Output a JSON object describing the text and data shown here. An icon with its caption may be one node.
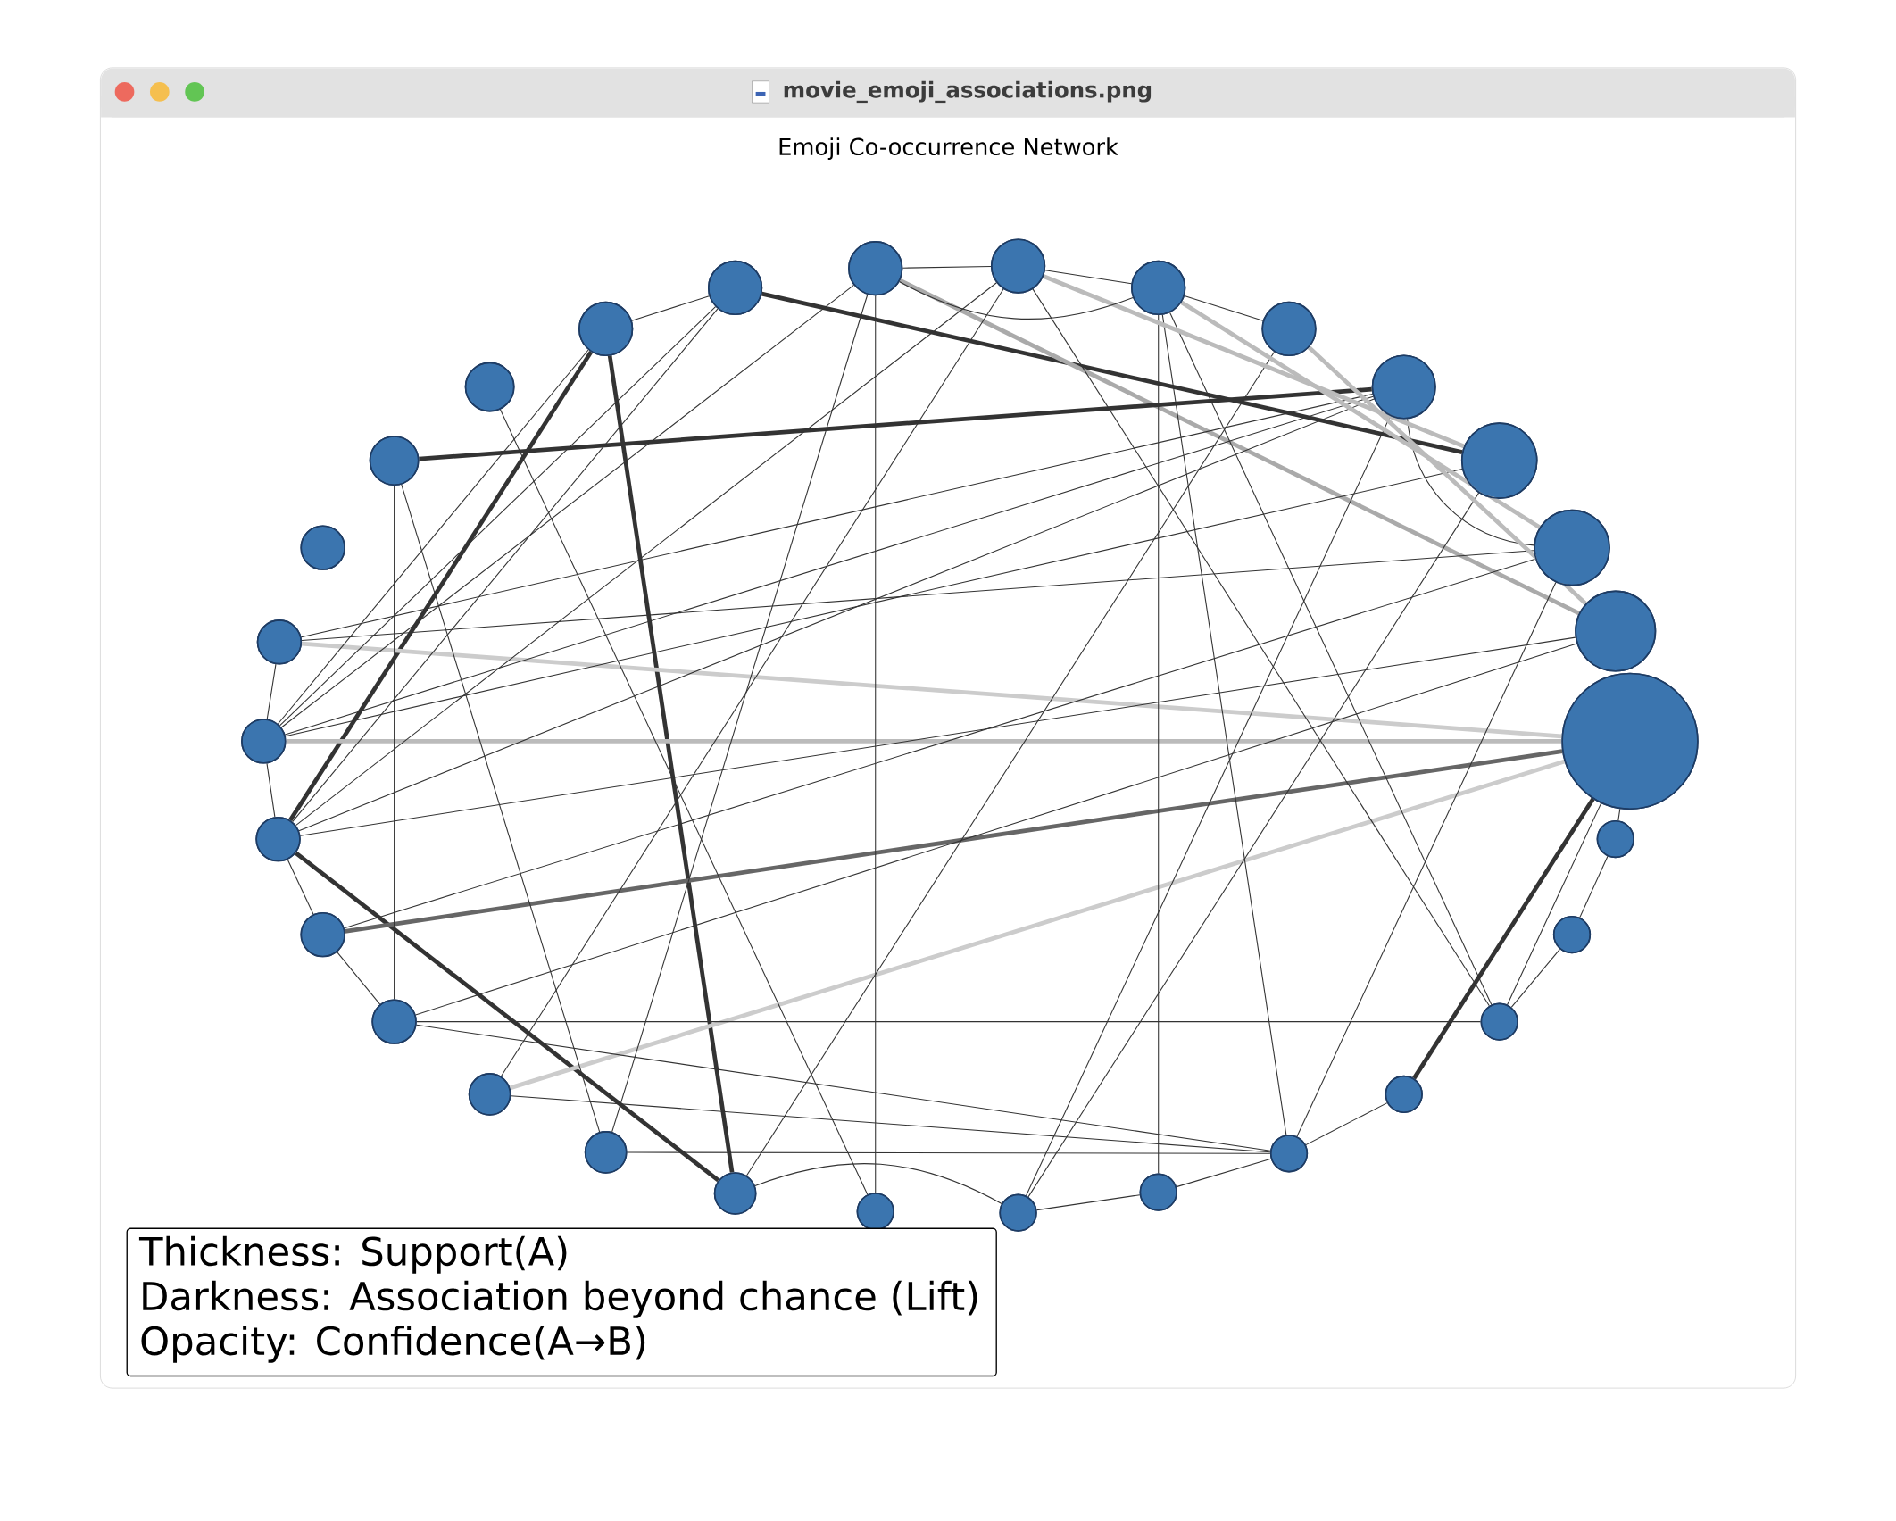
{
  "diagram": {
    "title": "Emoji Co-occurrence Network",
    "nodes": [
      {
        "text": [],
        "shape": "circle"
      },
      {
        "text": [],
        "shape": "circle"
      },
      {
        "text": [],
        "shape": "circle"
      },
      {
        "text": [],
        "shape": "circle"
      },
      {
        "text": [],
        "shape": "circle"
      },
      {
        "text": [],
        "shape": "circle"
      },
      {
        "text": [],
        "shape": "circle"
      },
      {
        "text": [],
        "shape": "circle"
      },
      {
        "text": [],
        "shape": "circle"
      },
      {
        "text": [],
        "shape": "circle"
      },
      {
        "text": [],
        "shape": "circle"
      },
      {
        "text": [],
        "shape": "circle"
      },
      {
        "text": [],
        "shape": "circle"
      },
      {
        "text": [],
        "shape": "circle"
      },
      {
        "text": [],
        "shape": "circle"
      },
      {
        "text": [],
        "shape": "circle"
      },
      {
        "text": [],
        "shape": "circle"
      },
      {
        "text": [],
        "shape": "circle"
      },
      {
        "text": [],
        "shape": "circle"
      },
      {
        "text": [],
        "shape": "circle"
      },
      {
        "text": [],
        "shape": "circle"
      },
      {
        "text": [],
        "shape": "circle"
      },
      {
        "text": [],
        "shape": "circle"
      },
      {
        "text": [],
        "shape": "circle"
      },
      {
        "text": [],
        "shape": "circle"
      },
      {
        "text": [],
        "shape": "circle"
      },
      {
        "text": [],
        "shape": "circle"
      },
      {
        "text": [],
        "shape": "circle"
      },
      {
        "text": [],
        "shape": "circle"
      },
      {
        "text": [],
        "shape": "circle"
      }
    ],
    "edges": [
      {
        "from": 0,
        "to": 6,
        "arrow": "none",
        "style": "thick"
      },
      {
        "from": 1,
        "to": 8,
        "arrow": "none",
        "style": "thick",
        "color": "#aaaaaa"
      },
      {
        "from": 27,
        "to": 5,
        "arrow": "none",
        "style": "thick"
      },
      {
        "from": 29,
        "to": 18,
        "arrow": "none",
        "style": "thick"
      },
      {
        "from": 29,
        "to": 23,
        "arrow": "none",
        "style": "thick"
      },
      {
        "from": 23,
        "to": 18,
        "arrow": "none",
        "style": "thick"
      },
      {
        "from": 22,
        "to": 9,
        "arrow": "none",
        "style": "thick",
        "color": "#666666"
      },
      {
        "from": 24,
        "to": 9,
        "arrow": "none",
        "style": "thick",
        "color": "#bbbbbb"
      },
      {
        "from": 25,
        "to": 9,
        "arrow": "none",
        "style": "thick",
        "color": "#cccccc"
      },
      {
        "from": 20,
        "to": 9,
        "arrow": "none",
        "style": "thick",
        "color": "#cccccc"
      },
      {
        "from": 13,
        "to": 9,
        "arrow": "none",
        "style": "thick"
      },
      {
        "from": 21,
        "to": 8,
        "arrow": "none"
      },
      {
        "from": 3,
        "to": 15,
        "arrow": "none"
      },
      {
        "from": 2,
        "to": 12,
        "arrow": "none"
      },
      {
        "from": 2,
        "to": 20,
        "arrow": "none"
      },
      {
        "from": 1,
        "to": 19,
        "arrow": "none"
      },
      {
        "from": 5,
        "to": 24,
        "arrow": "none"
      },
      {
        "from": 5,
        "to": 25,
        "arrow": "none"
      },
      {
        "from": 5,
        "to": 23,
        "arrow": "none"
      },
      {
        "from": 5,
        "to": 16,
        "arrow": "none"
      },
      {
        "from": 6,
        "to": 24,
        "arrow": "none"
      },
      {
        "from": 6,
        "to": 16,
        "arrow": "none"
      },
      {
        "from": 3,
        "to": 14,
        "arrow": "none"
      },
      {
        "from": 3,
        "to": 12,
        "arrow": "none"
      },
      {
        "from": 7,
        "to": 25,
        "arrow": "none"
      },
      {
        "from": 7,
        "to": 22,
        "arrow": "none"
      },
      {
        "from": 8,
        "to": 23,
        "arrow": "none"
      },
      {
        "from": 18,
        "to": 4,
        "arrow": "none"
      },
      {
        "from": 28,
        "to": 17,
        "arrow": "none"
      },
      {
        "from": 27,
        "to": 19,
        "arrow": "none"
      },
      {
        "from": 27,
        "to": 21,
        "arrow": "none"
      },
      {
        "from": 24,
        "to": 1,
        "arrow": "none"
      },
      {
        "from": 24,
        "to": 0,
        "arrow": "none"
      },
      {
        "from": 24,
        "to": 29,
        "arrow": "none"
      },
      {
        "from": 23,
        "to": 0,
        "arrow": "none"
      },
      {
        "from": 23,
        "to": 2,
        "arrow": "none"
      },
      {
        "from": 21,
        "to": 12,
        "arrow": "none"
      },
      {
        "from": 21,
        "to": 14,
        "arrow": "none"
      },
      {
        "from": 20,
        "to": 14,
        "arrow": "none"
      },
      {
        "from": 19,
        "to": 14,
        "arrow": "none"
      },
      {
        "from": 18,
        "to": 16,
        "arrow": "none"
      },
      {
        "from": 16,
        "to": 15,
        "arrow": "none"
      },
      {
        "from": 15,
        "to": 14,
        "arrow": "none"
      },
      {
        "from": 14,
        "to": 13,
        "arrow": "none"
      },
      {
        "from": 10,
        "to": 11,
        "arrow": "none"
      },
      {
        "from": 11,
        "to": 12,
        "arrow": "none"
      },
      {
        "from": 9,
        "to": 12,
        "arrow": "none"
      },
      {
        "from": 9,
        "to": 10,
        "arrow": "none"
      },
      {
        "from": 7,
        "to": 5,
        "arrow": "none"
      },
      {
        "from": 7,
        "to": 14,
        "arrow": "none"
      },
      {
        "from": 2,
        "to": 6,
        "arrow": "none",
        "style": "thick",
        "color": "#bbbbbb"
      },
      {
        "from": 3,
        "to": 7,
        "arrow": "none",
        "style": "thick",
        "color": "#bbbbbb"
      },
      {
        "from": 4,
        "to": 8,
        "arrow": "none",
        "style": "thick",
        "color": "#bbbbbb"
      },
      {
        "from": 1,
        "to": 3,
        "arrow": "none"
      },
      {
        "from": 2,
        "to": 3,
        "arrow": "none"
      },
      {
        "from": 3,
        "to": 4,
        "arrow": "none"
      },
      {
        "from": 1,
        "to": 2,
        "arrow": "none"
      },
      {
        "from": 29,
        "to": 0,
        "arrow": "none"
      },
      {
        "from": 25,
        "to": 24,
        "arrow": "none"
      },
      {
        "from": 24,
        "to": 23,
        "arrow": "none"
      },
      {
        "from": 23,
        "to": 22,
        "arrow": "none"
      },
      {
        "from": 22,
        "to": 21,
        "arrow": "none"
      },
      {
        "from": 1,
        "to": 17,
        "arrow": "none"
      }
    ],
    "labels": [
      "movie_emoji_associations.png",
      "Thickness: Support(A)",
      "Darkness: Association beyond chance (Lift)",
      "Opacity: Confidence(A→B)"
    ]
  }
}
